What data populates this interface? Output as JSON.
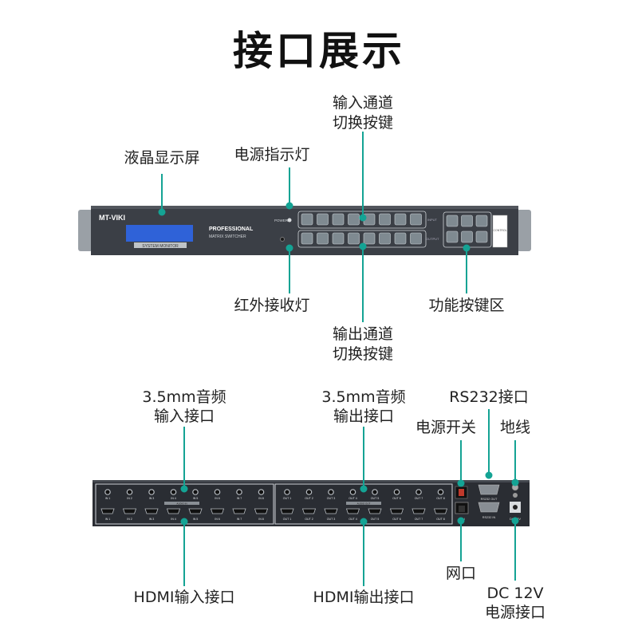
{
  "page": {
    "title": "接口展示"
  },
  "colors": {
    "callout": "#14a394",
    "panel": "#3b3f46",
    "panel_dark": "#2a2d33",
    "lcd": "#2f62d8",
    "button": "#7f8a91"
  },
  "front": {
    "brand": "MT-VIKI",
    "model_line1": "PROFESSIONAL",
    "model_line2": "MATRIX SWITCHER",
    "lcd_caption": "SYSTEM MONITOR",
    "power_label": "POWER",
    "input_row_label": "INPUT",
    "output_row_label": "OUTPUT",
    "control_label": "CONTROL",
    "callouts": {
      "lcd": "液晶显示屏",
      "power_led": "电源指示灯",
      "input_buttons": [
        "输入通道",
        "切换按键"
      ],
      "ir_receiver": "红外接收灯",
      "output_buttons": [
        "输出通道",
        "切换按键"
      ],
      "function_buttons": "功能按键区"
    }
  },
  "rear": {
    "in_ports": [
      "IN 1",
      "IN 2",
      "IN 3",
      "IN 4",
      "IN 5",
      "IN 6",
      "IN 7",
      "IN 8"
    ],
    "out_ports": [
      "OUT 1",
      "OUT 2",
      "OUT 3",
      "OUT 4",
      "OUT 5",
      "OUT 6",
      "OUT 7",
      "OUT 8"
    ],
    "audio_in_label": "AUDIO IN",
    "audio_out_label": "AUDIO OUT",
    "lan_label": "LAN",
    "rs232_out_label": "RS232 OUT",
    "rs232_in_label": "RS232 IN",
    "dc_label": "DC 12V",
    "callouts": {
      "audio_in": [
        "3.5mm音频",
        "输入接口"
      ],
      "audio_out": [
        "3.5mm音频",
        "输出接口"
      ],
      "rs232": "RS232接口",
      "power_switch": "电源开关",
      "ground": "地线",
      "hdmi_in": "HDMI输入接口",
      "hdmi_out": "HDMI输出接口",
      "lan": "网口",
      "dc": [
        "DC 12V",
        "电源接口"
      ]
    }
  }
}
